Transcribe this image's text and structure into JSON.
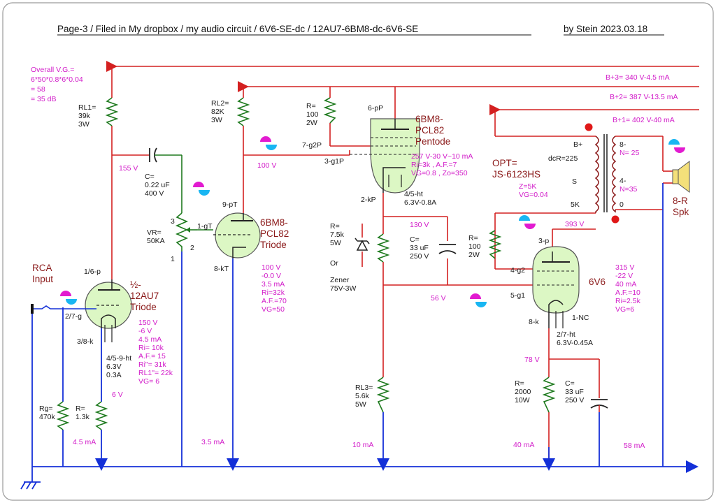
{
  "header": {
    "title": "Page-3 / Filed in My dropbox / my audio circuit / 6V6-SE-dc / 12AU7-6BM8-dc-6V6-SE",
    "author": "by Stein  2023.03.18"
  },
  "gain_note": [
    "Overall V.G.=",
    "6*50*0.8*6*0.04",
    "= 58",
    "= 35 dB"
  ],
  "supply_lines": {
    "b3": "B+3= 340 V-4.5 mA",
    "b2": "B+2= 387 V-13.5 mA",
    "b1": "B+1= 402 V-40 mA"
  },
  "input": {
    "label": [
      "RCA",
      "Input"
    ]
  },
  "stage1": {
    "tube": [
      "½-",
      "12AU7",
      "Triode"
    ],
    "pins": {
      "plate": "1/6-p",
      "grid": "2/7-g",
      "cathode": "3/8-k",
      "heater": [
        "4/5-9-ht",
        "6.3V",
        "0.3A"
      ]
    },
    "params": [
      "150 V",
      "-6 V",
      "4.5 mA",
      "Ri= 10k",
      "A.F.= 15",
      "Ri\"= 31k",
      "RL1\"= 22k",
      "VG= 6"
    ],
    "rl1": [
      "RL1=",
      "39k",
      "3W"
    ],
    "plate_v": "155 V",
    "cathode_v": "6 V",
    "rk": [
      "R=",
      "1.3k"
    ],
    "rg": [
      "Rg=",
      "470k"
    ],
    "current": "4.5 mA"
  },
  "coupling": {
    "cap": [
      "C=",
      "0.22 uF",
      "400 V"
    ],
    "vr": [
      "VR=",
      "50KA"
    ],
    "vr_pins": {
      "p1": "1",
      "p2": "2",
      "p3": "3"
    }
  },
  "stage2": {
    "tube": [
      "6BM8-",
      "PCL82",
      "Triode"
    ],
    "pins": {
      "plate": "9-pT",
      "grid": "1-gT",
      "cathode": "8-kT"
    },
    "params": [
      "100 V",
      "-0.0 V",
      "3.5 mA",
      "Ri=32k",
      "A.F.=70",
      "VG=50"
    ],
    "rl2": [
      "RL2=",
      "82K",
      "3W"
    ],
    "plate_v": "100 V",
    "current": "3.5 mA"
  },
  "stage3": {
    "tube": [
      "6BM8-",
      "PCL82",
      "Pentode"
    ],
    "pins": {
      "plate": "6-pP",
      "g2": "7-g2P",
      "g1": "3-g1P",
      "cathode": "2-kP",
      "heater": [
        "4/5-ht",
        "6.3V-0.8A"
      ]
    },
    "params": [
      "257 V-30 V~10 mA",
      "Ri=3k , A.F.=7",
      "VG=0.8 , Zo=350"
    ],
    "r_g2": [
      "R=",
      "100",
      "2W"
    ],
    "r_zener": [
      "R=",
      "7.5k",
      "5W"
    ],
    "or_word": "Or",
    "zener": [
      "Zener",
      "75V-3W"
    ],
    "cap": [
      "C=",
      "33 uF",
      "250 V"
    ],
    "cathode_v": "130 V",
    "grid_out_v": "56 V",
    "rl3": [
      "RL3=",
      "5.6k",
      "5W"
    ],
    "current": "10 mA"
  },
  "stage4": {
    "tube": "6V6",
    "pins": {
      "plate": "3-p",
      "g2": "4-g2",
      "g1": "5-g1",
      "cathode": "8-k",
      "nc": "1-NC",
      "heater": [
        "2/7-ht",
        "6.3V-0.45A"
      ]
    },
    "params": [
      "315 V",
      "-22 V",
      "40 mA",
      "A.F.=10",
      "Ri=2.5k",
      "VG=6"
    ],
    "r_g2": [
      "R=",
      "100",
      "2W"
    ],
    "plate_v": "393 V",
    "cathode_v": "78 V",
    "rk": [
      "R=",
      "2000",
      "10W"
    ],
    "ck": [
      "C=",
      "33 uF",
      "250 V"
    ],
    "current": "40 mA"
  },
  "opt": {
    "label": [
      "OPT=",
      "JS-6123HS"
    ],
    "spec": [
      "Z=5K",
      "VG=0.04"
    ],
    "dcr": "dcR=225",
    "prim": {
      "bplus": "B+",
      "s": "S",
      "k5": "5K"
    },
    "sec": {
      "n8": "8-",
      "n25": "N= 25",
      "n4": "4-",
      "n35": "N=35",
      "n0": "0"
    }
  },
  "speaker": {
    "label": [
      "8-R",
      "Spk"
    ]
  },
  "total_current": "58 mA",
  "colors": {
    "wire": "#d42020",
    "ground": "#1430d8",
    "tube": "#dcf7c4",
    "text_tube": "#8b1a1a",
    "annotation": "#d21cc9"
  }
}
